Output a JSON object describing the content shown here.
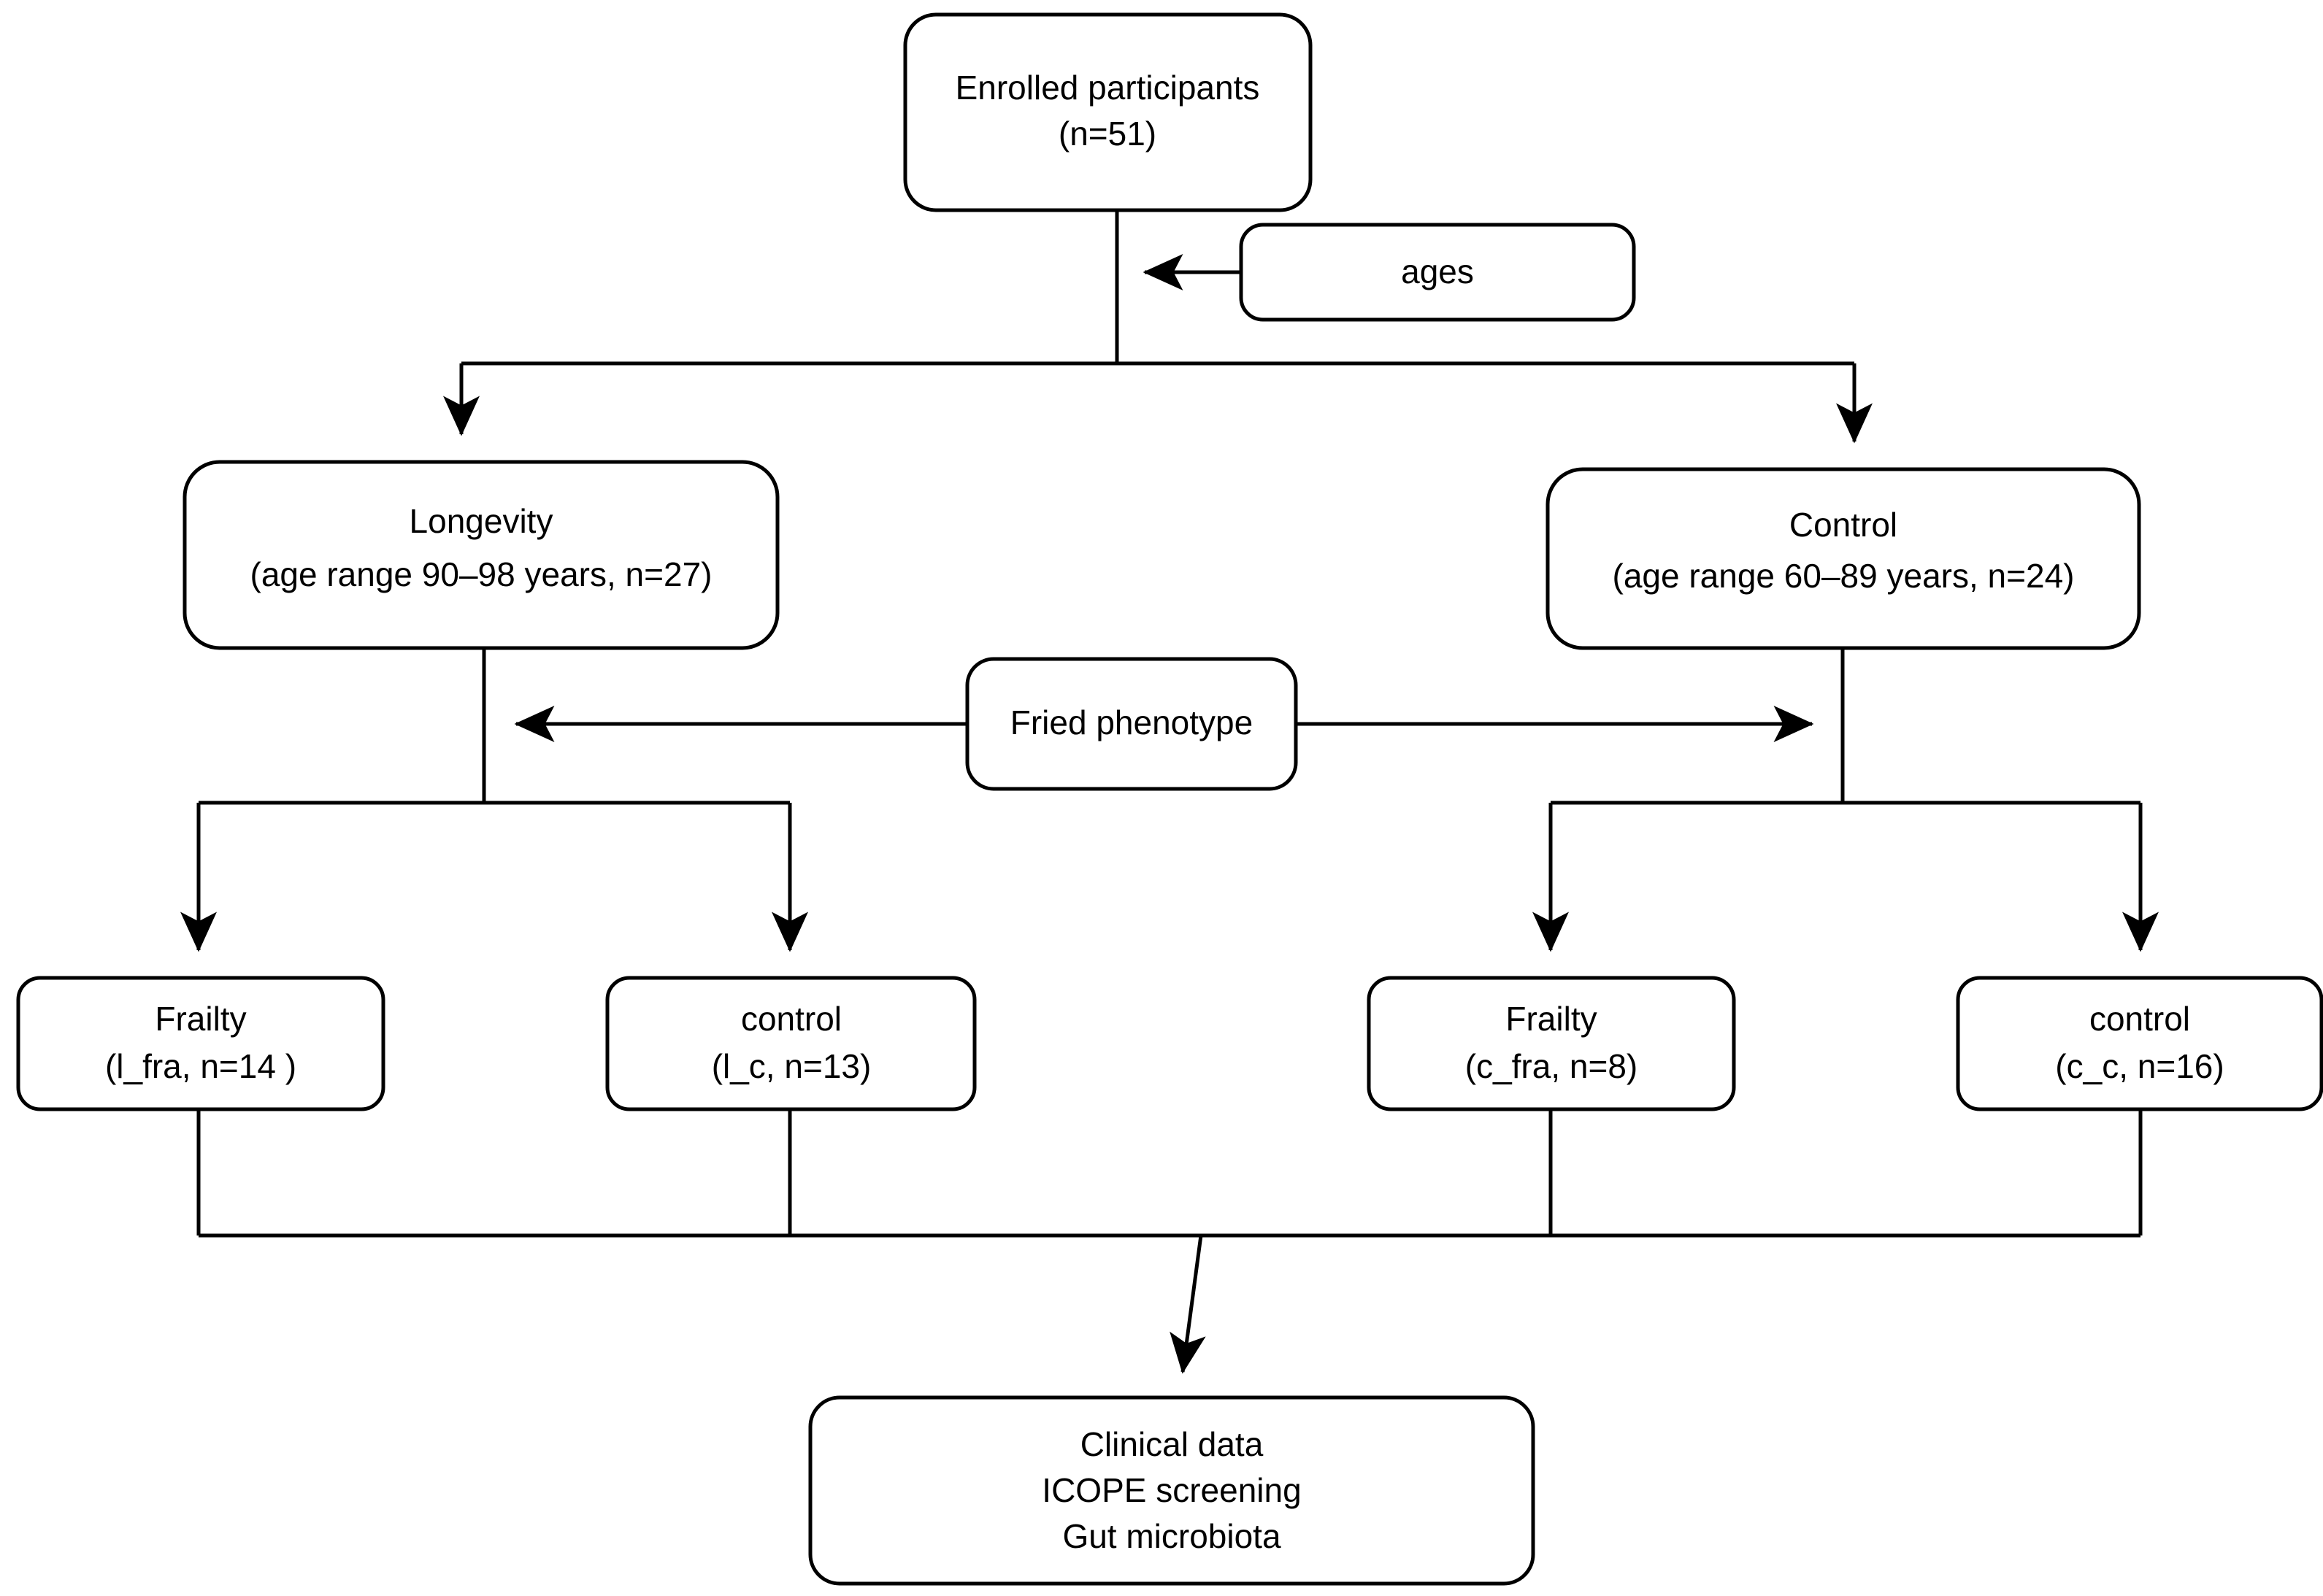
{
  "diagram": {
    "type": "flowchart",
    "title": "Study participant enrollment and grouping flowchart",
    "colors": {
      "stroke": "#000000",
      "fill": "#ffffff",
      "text": "#000000"
    },
    "nodes": {
      "enrolled": {
        "lines": [
          "Enrolled participants",
          "(n=51)"
        ]
      },
      "ages": {
        "lines": [
          "ages"
        ]
      },
      "longevity": {
        "lines": [
          "Longevity",
          "(age range 90–98 years, n=27)"
        ]
      },
      "control_group": {
        "lines": [
          "Control",
          "(age range 60–89 years, n=24)"
        ]
      },
      "fried": {
        "lines": [
          "Fried phenotype"
        ]
      },
      "l_fra": {
        "lines": [
          "Frailty",
          "(l_fra, n=14 )"
        ]
      },
      "l_c": {
        "lines": [
          "control",
          "(l_c, n=13)"
        ]
      },
      "c_fra": {
        "lines": [
          "Frailty",
          "(c_fra, n=8)"
        ]
      },
      "c_c": {
        "lines": [
          "control",
          "(c_c, n=16)"
        ]
      },
      "outcome": {
        "lines": [
          "Clinical data",
          "ICOPE screening",
          "Gut microbiota"
        ]
      }
    },
    "edges": [
      {
        "from": "ages",
        "to": "enrolled-stem",
        "style": "single-arrow-left"
      },
      {
        "from": "enrolled",
        "to": "longevity",
        "style": "single-arrow-down"
      },
      {
        "from": "enrolled",
        "to": "control_group",
        "style": "single-arrow-down"
      },
      {
        "from": "fried",
        "to": "longevity-stem",
        "style": "single-arrow-left"
      },
      {
        "from": "fried",
        "to": "control-stem",
        "style": "single-arrow-right"
      },
      {
        "from": "longevity",
        "to": "l_fra",
        "style": "single-arrow-down"
      },
      {
        "from": "longevity",
        "to": "l_c",
        "style": "single-arrow-down"
      },
      {
        "from": "control_group",
        "to": "c_fra",
        "style": "single-arrow-down"
      },
      {
        "from": "control_group",
        "to": "c_c",
        "style": "single-arrow-down"
      },
      {
        "from": "l_fra,l_c,c_fra,c_c",
        "to": "outcome",
        "style": "merge-arrow-down"
      }
    ]
  }
}
